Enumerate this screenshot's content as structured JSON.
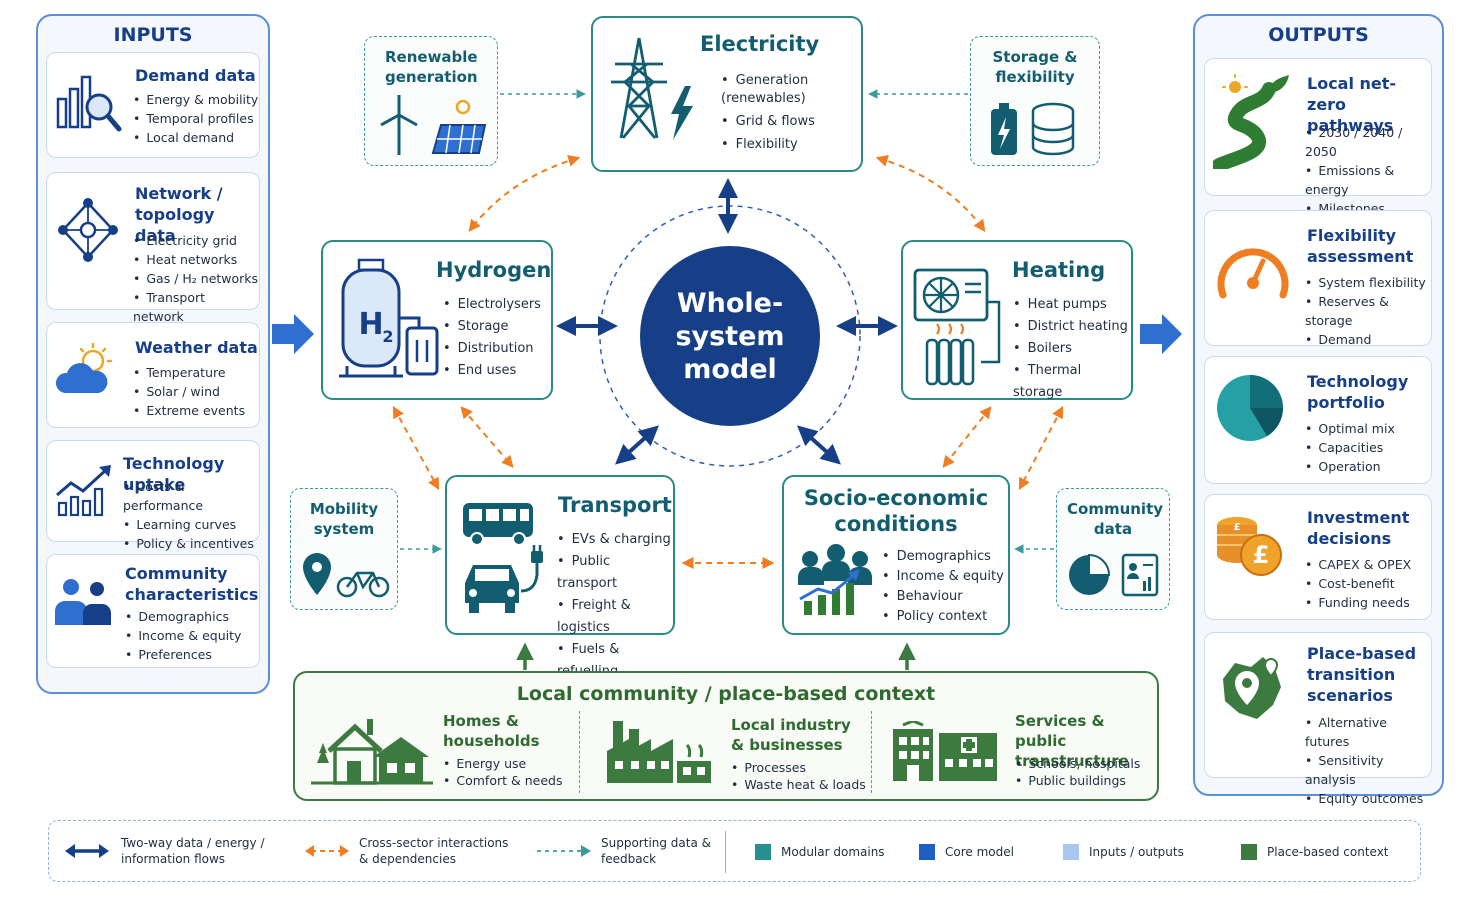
{
  "inputs": {
    "title": "INPUTS",
    "cards": [
      {
        "title": "Demand data",
        "bullets": [
          "Energy & mobility",
          "Temporal profiles",
          "Local demand"
        ]
      },
      {
        "title": "Network / topology data",
        "bullets": [
          "Electricity grid",
          "Heat networks",
          "Gas / H₂ networks",
          "Transport network"
        ]
      },
      {
        "title": "Weather data",
        "bullets": [
          "Temperature",
          "Solar / wind",
          "Extreme events"
        ]
      },
      {
        "title": "Technology uptake",
        "bullets": [
          "Costs & performance",
          "Learning curves",
          "Policy & incentives"
        ]
      },
      {
        "title": "Community characteristics",
        "bullets": [
          "Demographics",
          "Income & equity",
          "Preferences"
        ]
      }
    ]
  },
  "outputs": {
    "title": "OUTPUTS",
    "cards": [
      {
        "title": "Local net-zero pathways",
        "bullets": [
          "2030 / 2040 / 2050",
          "Emissions & energy",
          "Milestones"
        ]
      },
      {
        "title": "Flexibility assessment",
        "bullets": [
          "System flexibility",
          "Reserves & storage",
          "Demand response"
        ]
      },
      {
        "title": "Technology portfolio",
        "bullets": [
          "Optimal mix",
          "Capacities",
          "Operation"
        ]
      },
      {
        "title": "Investment decisions",
        "bullets": [
          "CAPEX & OPEX",
          "Cost-benefit",
          "Funding needs"
        ]
      },
      {
        "title": "Place-based transition scenarios",
        "bullets": [
          "Alternative futures",
          "Sensitivity analysis",
          "Equity outcomes"
        ]
      }
    ]
  },
  "core": {
    "label": "Whole-system model"
  },
  "domains": {
    "electricity": {
      "title": "Electricity",
      "bullets": [
        "Generation (renewables)",
        "Grid & flows",
        "Flexibility"
      ]
    },
    "hydrogen": {
      "title": "Hydrogen",
      "bullets": [
        "Electrolysers",
        "Storage",
        "Distribution",
        "End uses"
      ]
    },
    "heating": {
      "title": "Heating",
      "bullets": [
        "Heat pumps",
        "District heating",
        "Boilers",
        "Thermal storage"
      ]
    },
    "transport": {
      "title": "Transport",
      "bullets": [
        "EVs & charging",
        "Public transport",
        "Freight & logistics",
        "Fuels & refuelling"
      ]
    },
    "socio": {
      "title": "Socio-economic conditions",
      "bullets": [
        "Demographics",
        "Income & equity",
        "Behaviour",
        "Policy context"
      ]
    }
  },
  "support": {
    "renewable": "Renewable generation",
    "storage": "Storage & flexibility",
    "mobility": "Mobility system",
    "community": "Community data"
  },
  "place": {
    "title": "Local community / place-based context",
    "groups": [
      {
        "title": "Homes & households",
        "bullets": [
          "Energy use",
          "Comfort & needs"
        ]
      },
      {
        "title": "Local industry & businesses",
        "bullets": [
          "Processes",
          "Waste heat & loads"
        ]
      },
      {
        "title": "Services & public transtructure",
        "bullets": [
          "Schools, hospitals",
          "Public buildings"
        ]
      }
    ]
  },
  "legend": {
    "two_way": "Two-way data / energy / information flows",
    "cross": "Cross-sector interactions & dependencies",
    "supporting": "Supporting data & feedback",
    "modular": "Modular domains",
    "core": "Core model",
    "io": "Inputs / outputs",
    "place": "Place-based context"
  },
  "colors": {
    "navy": "#163f88",
    "teal": "#2a8a8a",
    "orange": "#ef7d22",
    "green": "#3c7a3f",
    "light_blue": "#a9c6ee"
  }
}
